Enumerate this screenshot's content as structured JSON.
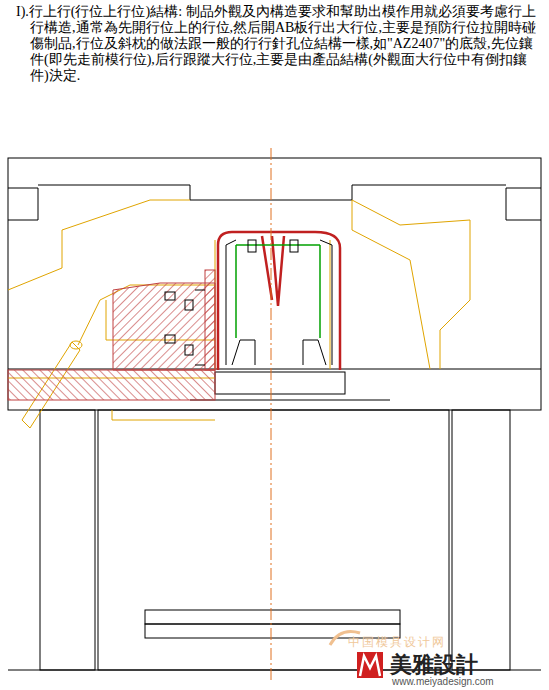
{
  "diagram": {
    "labels": [
      "I).行上行(行位上行位)結構: 制品外觀及內構造要求和幫助出模作用就必須要考慮行上行構造,通常為先開行位上的行位,然后開AB板行出大行位,主要是預防行位拉開時碰傷制品,行位及斜枕的做法跟一般的行行針孔位結構一樣,如\"AZ2407\"的底殼,先位鑲件(即先走前模行位),后行跟蹤大行位,主要是由產品結構(外觀面大行位中有倒扣鑲件)決定.",
      "中国模具设计网",
      "美雅設計",
      "www.meiyadesign.com"
    ]
  }
}
